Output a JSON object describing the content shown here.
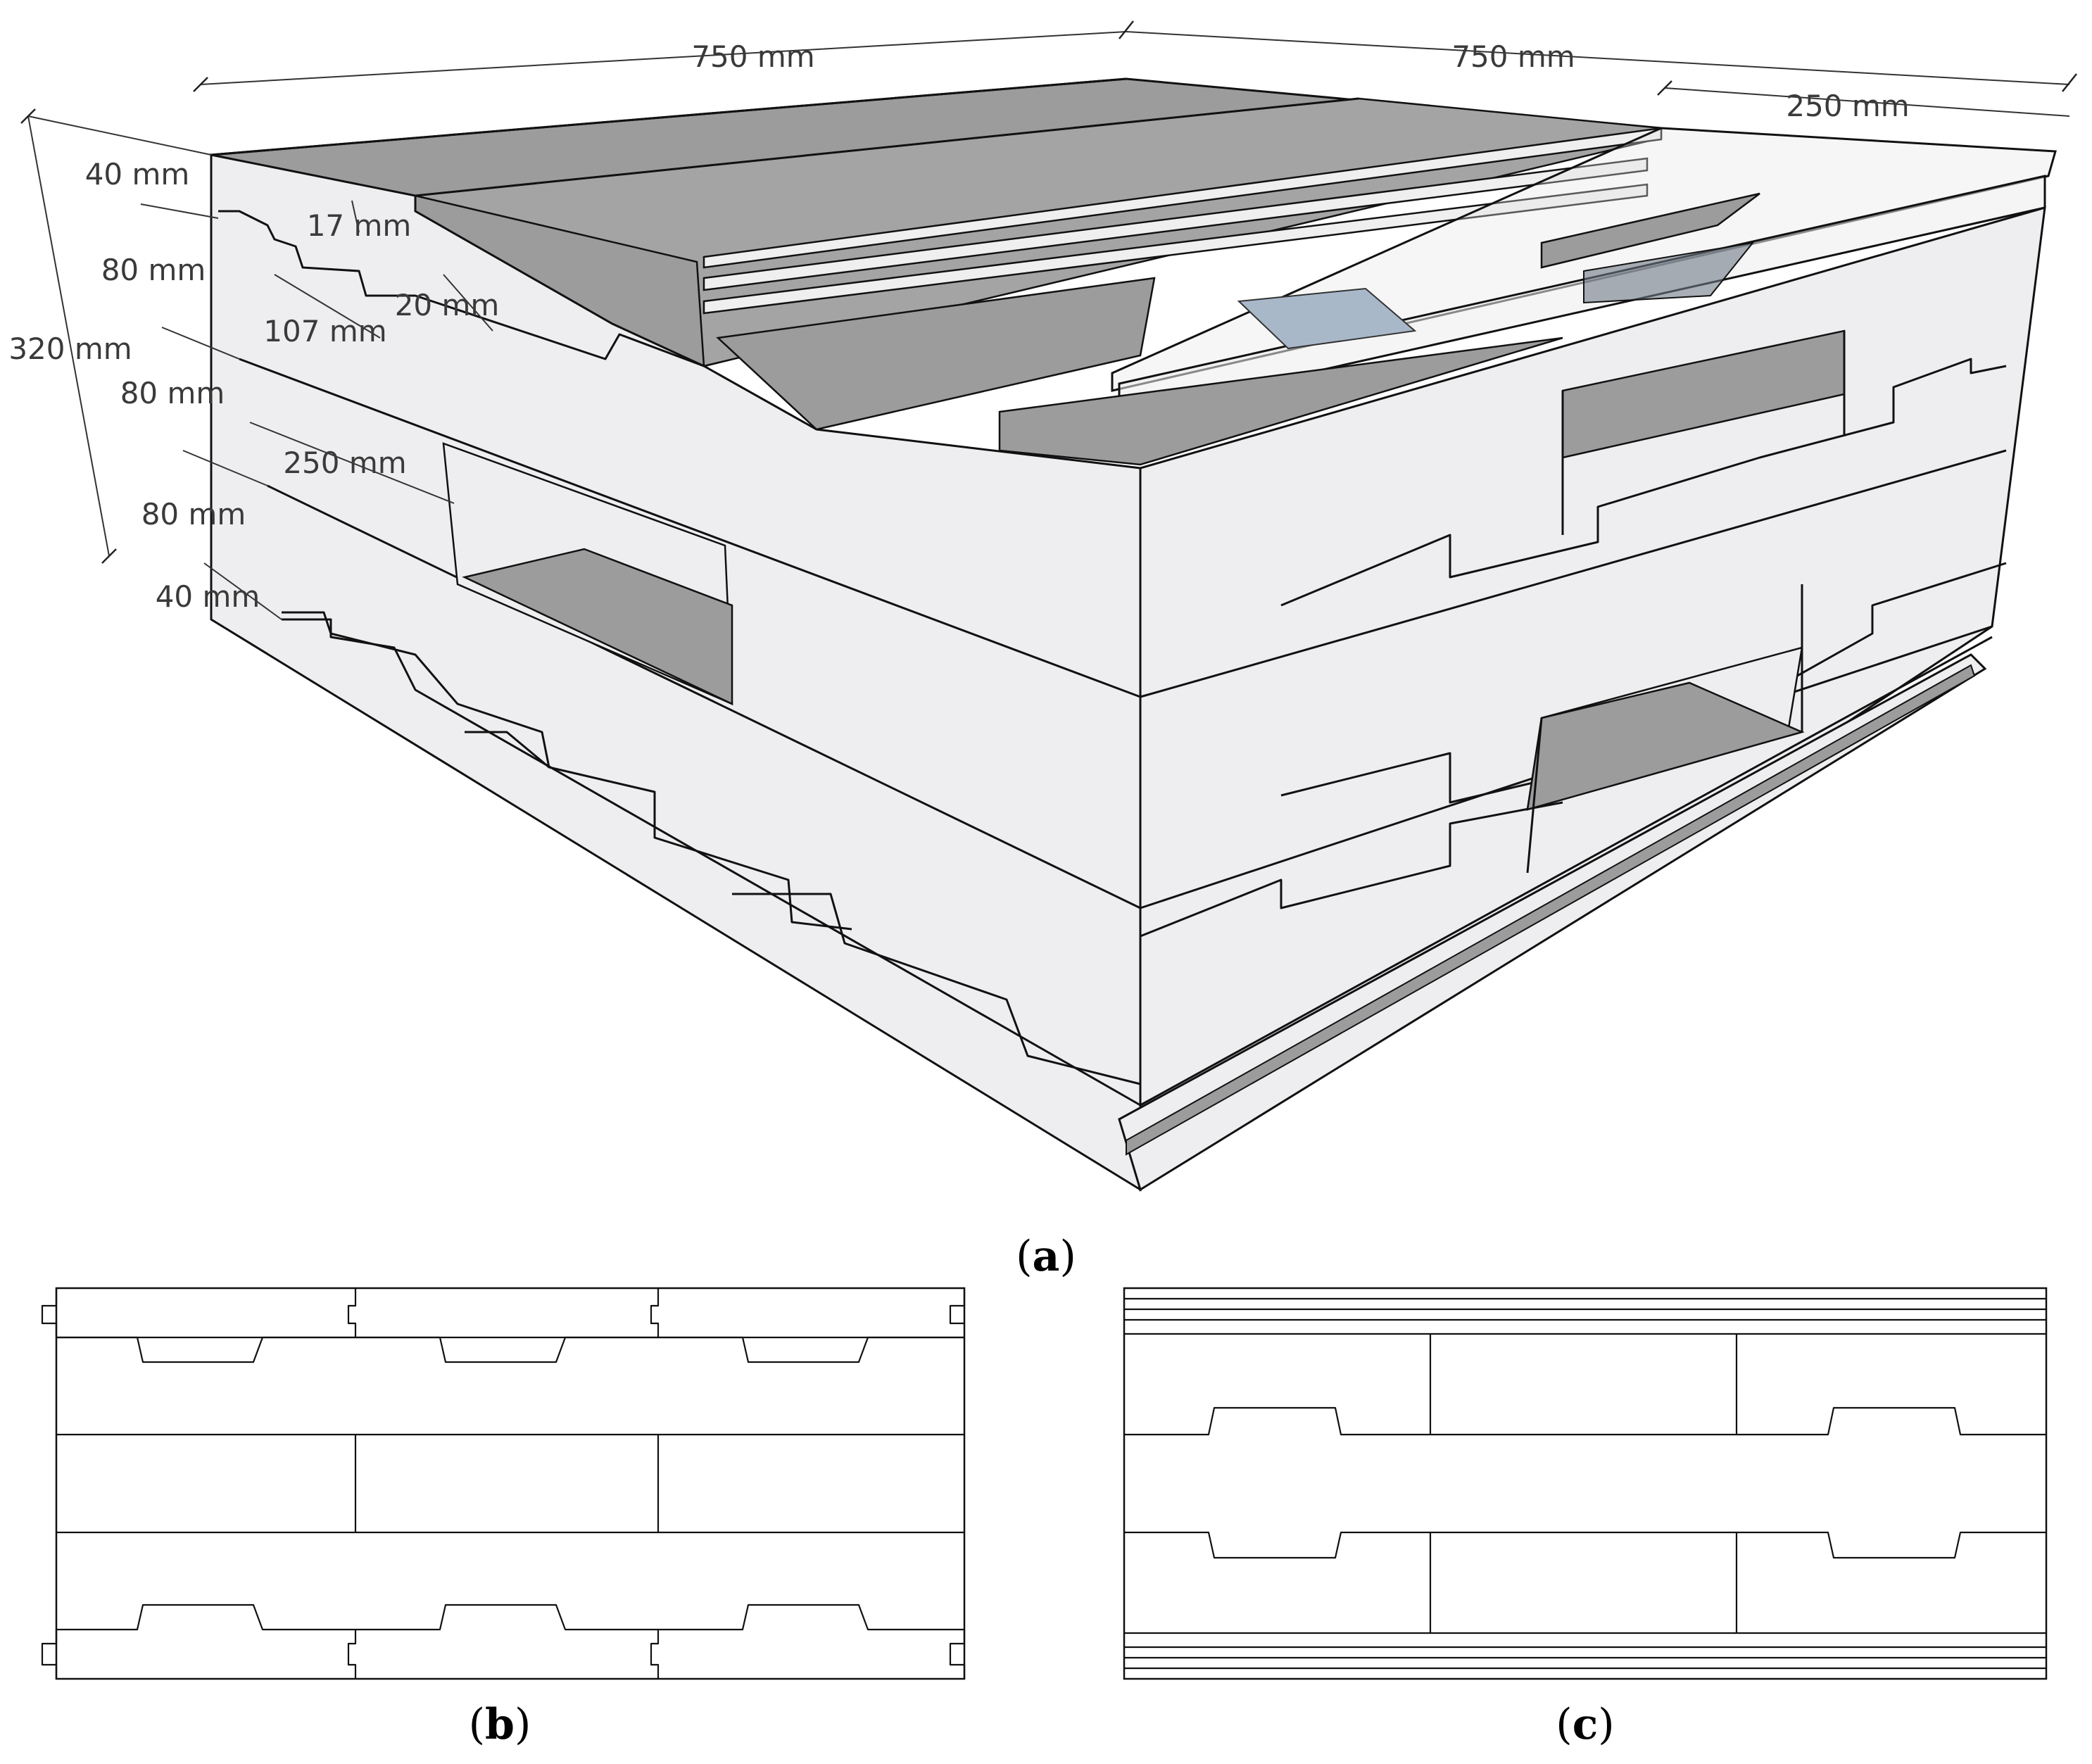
{
  "colors": {
    "face_light": "#eeeef0",
    "face_dark": "#9c9c9c",
    "glass": "#a9b8c9",
    "edge": "#111111",
    "dimension_text": "#3a3a3a"
  },
  "panel_a": {
    "dimensions": {
      "top_left_width": "750 mm",
      "top_right_width": "750 mm",
      "slot_offset": "250 mm",
      "height_total": "320 mm",
      "layer_top_plate": "40 mm",
      "layer_1": "80 mm",
      "layer_2": "80 mm",
      "layer_3": "80 mm",
      "layer_bottom_plate": "40 mm",
      "notch_depth": "17 mm",
      "notch_length": "107 mm",
      "groove": "20 mm",
      "cell_width": "250 mm"
    },
    "caption_letter": "a"
  },
  "panel_b": {
    "caption_letter": "b"
  },
  "panel_c": {
    "caption_letter": "c"
  }
}
